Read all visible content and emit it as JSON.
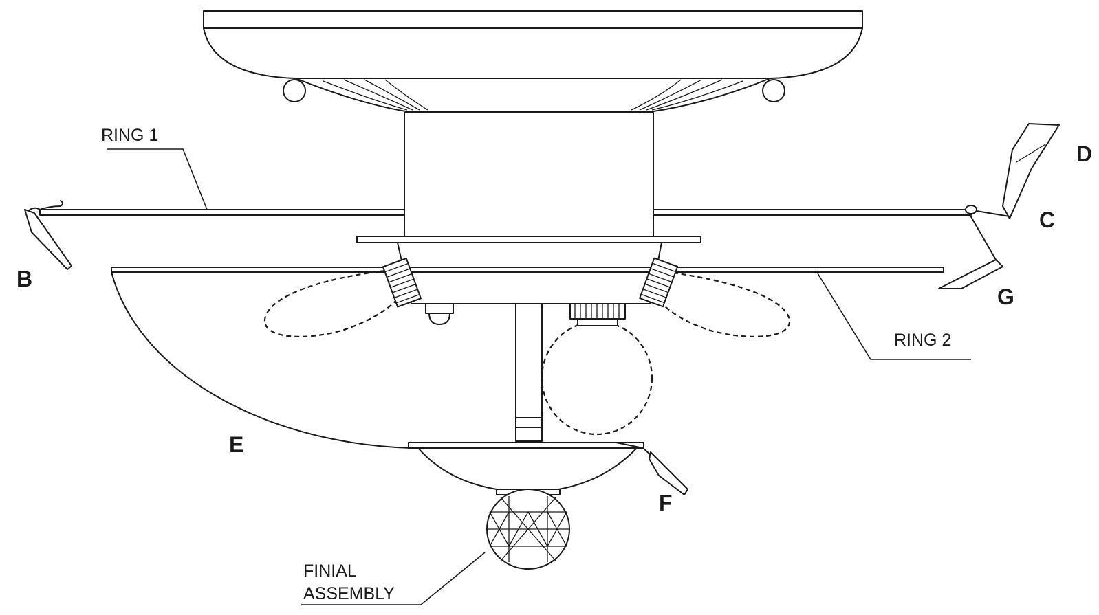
{
  "labels": {
    "ring1": "RING 1",
    "ring2": "RING 2",
    "finial_line1": "FINIAL",
    "finial_line2": "ASSEMBLY",
    "b": "B",
    "c": "C",
    "d": "D",
    "e": "E",
    "f": "F",
    "g": "G"
  }
}
